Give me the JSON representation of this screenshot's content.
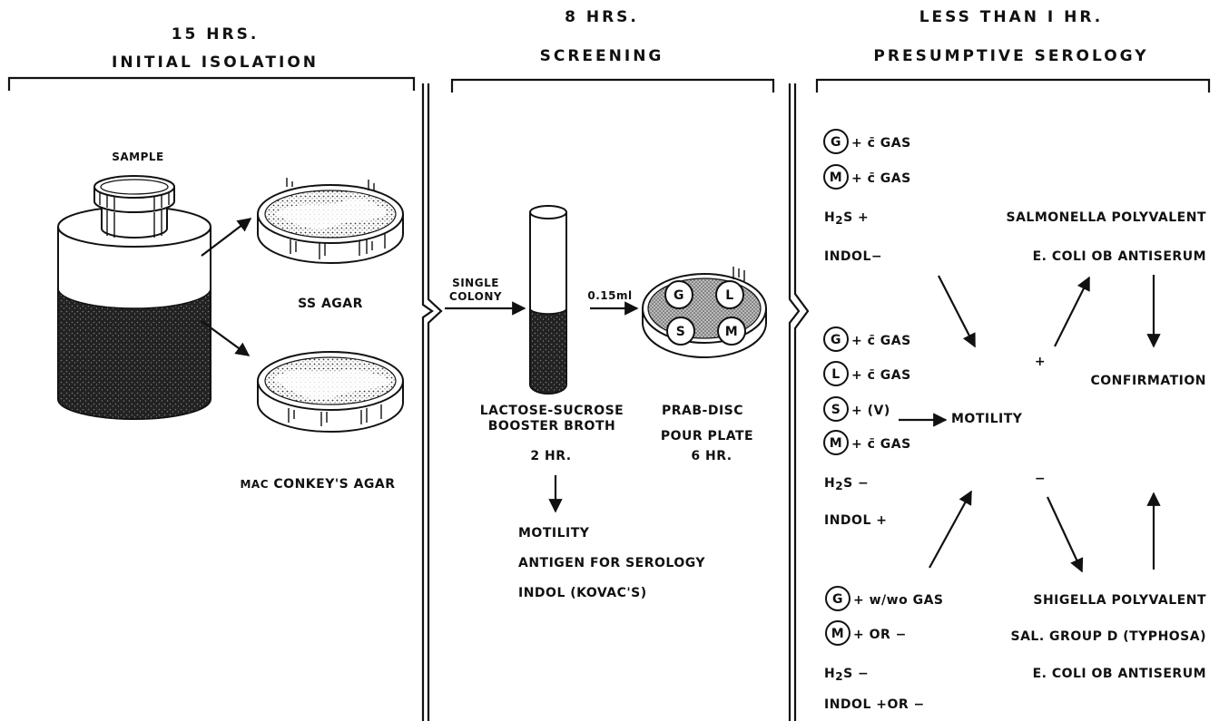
{
  "headers": [
    {
      "time": "15 HRS.",
      "title": "INITIAL ISOLATION"
    },
    {
      "time": "8 HRS.",
      "title": "SCREENING"
    },
    {
      "time": "LESS THAN I HR.",
      "title": "PRESUMPTIVE SEROLOGY"
    }
  ],
  "isolation": {
    "sample": "SAMPLE",
    "ss_agar": "SS AGAR",
    "maconkey_prefix": "MAC",
    "maconkey_rest": " CONKEY'S AGAR"
  },
  "screening": {
    "single": "SINGLE",
    "colony": "COLONY",
    "volume": "0.15ml",
    "disc_letters": [
      "G",
      "L",
      "S",
      "M"
    ],
    "broth_line1": "LACTOSE-SUCROSE",
    "broth_line2": "BOOSTER BROTH",
    "broth_time": "2 HR.",
    "plate_line1": "PRAB-DISC",
    "plate_line2": "POUR PLATE",
    "plate_time": "6 HR.",
    "tests": [
      "MOTILITY",
      "ANTIGEN FOR SEROLOGY",
      "INDOL (KOVAC'S)"
    ]
  },
  "serology": {
    "group1": {
      "circle_rows": [
        {
          "letter": "G",
          "text": "+ c̄ GAS"
        },
        {
          "letter": "M",
          "text": "+ c̄ GAS"
        }
      ],
      "h2s": "+",
      "indol": "INDOL−"
    },
    "antisera_top": [
      "SALMONELLA POLYVALENT",
      "E. COLI OB ANTISERUM"
    ],
    "group2": {
      "circle_rows": [
        {
          "letter": "G",
          "text": "+ c̄ GAS"
        },
        {
          "letter": "L",
          "text": "+ c̄ GAS"
        },
        {
          "letter": "S",
          "text": "+ (V)"
        },
        {
          "letter": "M",
          "text": "+ c̄ GAS"
        }
      ],
      "h2s": "−",
      "indol": "INDOL +"
    },
    "motility": "MOTILITY",
    "plus": "+",
    "minus": "−",
    "confirmation": "CONFIRMATION",
    "group3": {
      "circle_rows": [
        {
          "letter": "G",
          "text": "+ w/wo GAS"
        },
        {
          "letter": "M",
          "text": "+ OR  −"
        }
      ],
      "h2s": "−",
      "indol": "INDOL +OR −"
    },
    "antisera_bottom": [
      "SHIGELLA POLYVALENT",
      "SAL. GROUP D (TYPHOSA)",
      "E. COLI OB ANTISERUM"
    ]
  }
}
